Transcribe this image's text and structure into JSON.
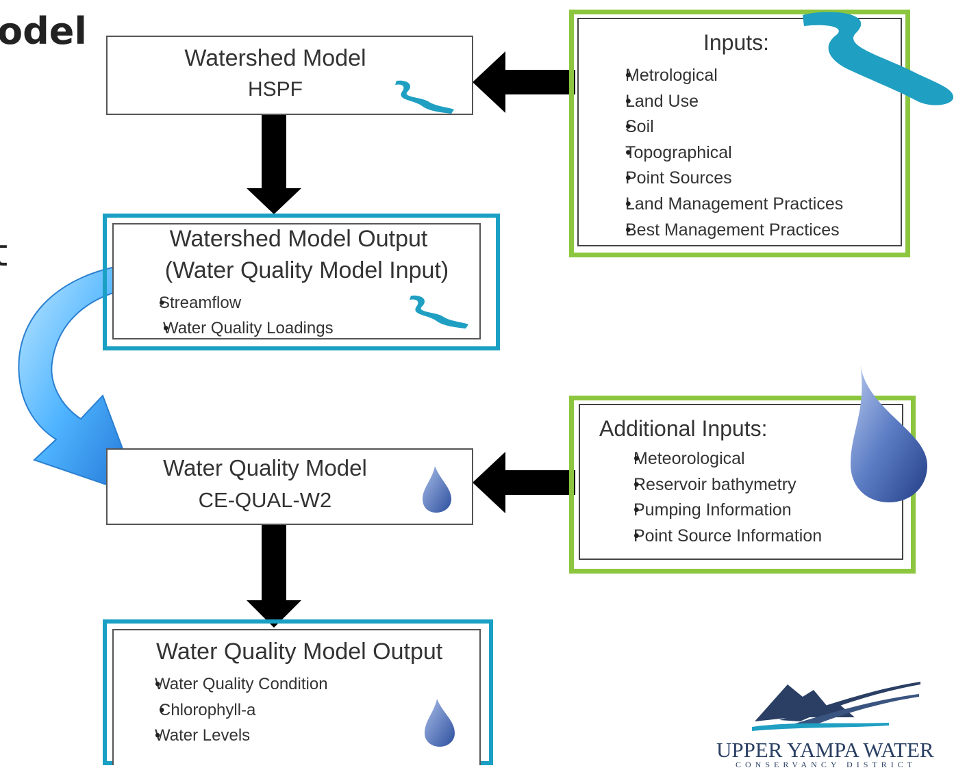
{
  "slide": {
    "title_fragment": "odel",
    "left_fragment": "t"
  },
  "watershed_model": {
    "title": "Watershed Model",
    "subtitle": "HSPF"
  },
  "inputs": {
    "title": "Inputs:",
    "items": [
      "Metrological",
      "Land Use",
      "Soil",
      "Topographical",
      "Point Sources",
      "Land Management Practices",
      "Best Management Practices"
    ]
  },
  "watershed_output": {
    "title_line1": "Watershed Model Output",
    "title_line2": "(Water Quality Model Input)",
    "items": [
      "Streamflow",
      "Water Quality Loadings"
    ]
  },
  "water_quality_model": {
    "title": "Water Quality Model",
    "subtitle": "CE-QUAL-W2"
  },
  "additional_inputs": {
    "title": "Additional Inputs:",
    "items": [
      "Meteorological",
      "Reservoir bathymetry",
      "Pumping Information",
      "Point Source Information"
    ]
  },
  "water_quality_output": {
    "title": "Water Quality Model Output",
    "items": [
      "Water Quality Condition",
      "Chlorophyll-a",
      "Water Levels"
    ]
  },
  "logo": {
    "line1": "UPPER YAMPA WATER",
    "line2": "CONSERVANCY DISTRICT"
  },
  "colors": {
    "blue_frame": "#1aa0c4",
    "green_frame": "#8cc63f",
    "arrow": "#000000",
    "stream": "#1f9fc2",
    "drop": "#3b5fa8",
    "logo": "#2a3f63"
  },
  "icons": [
    "stream-icon",
    "water-drop-icon",
    "flow-arrow-icon",
    "mountain-logo-icon"
  ]
}
